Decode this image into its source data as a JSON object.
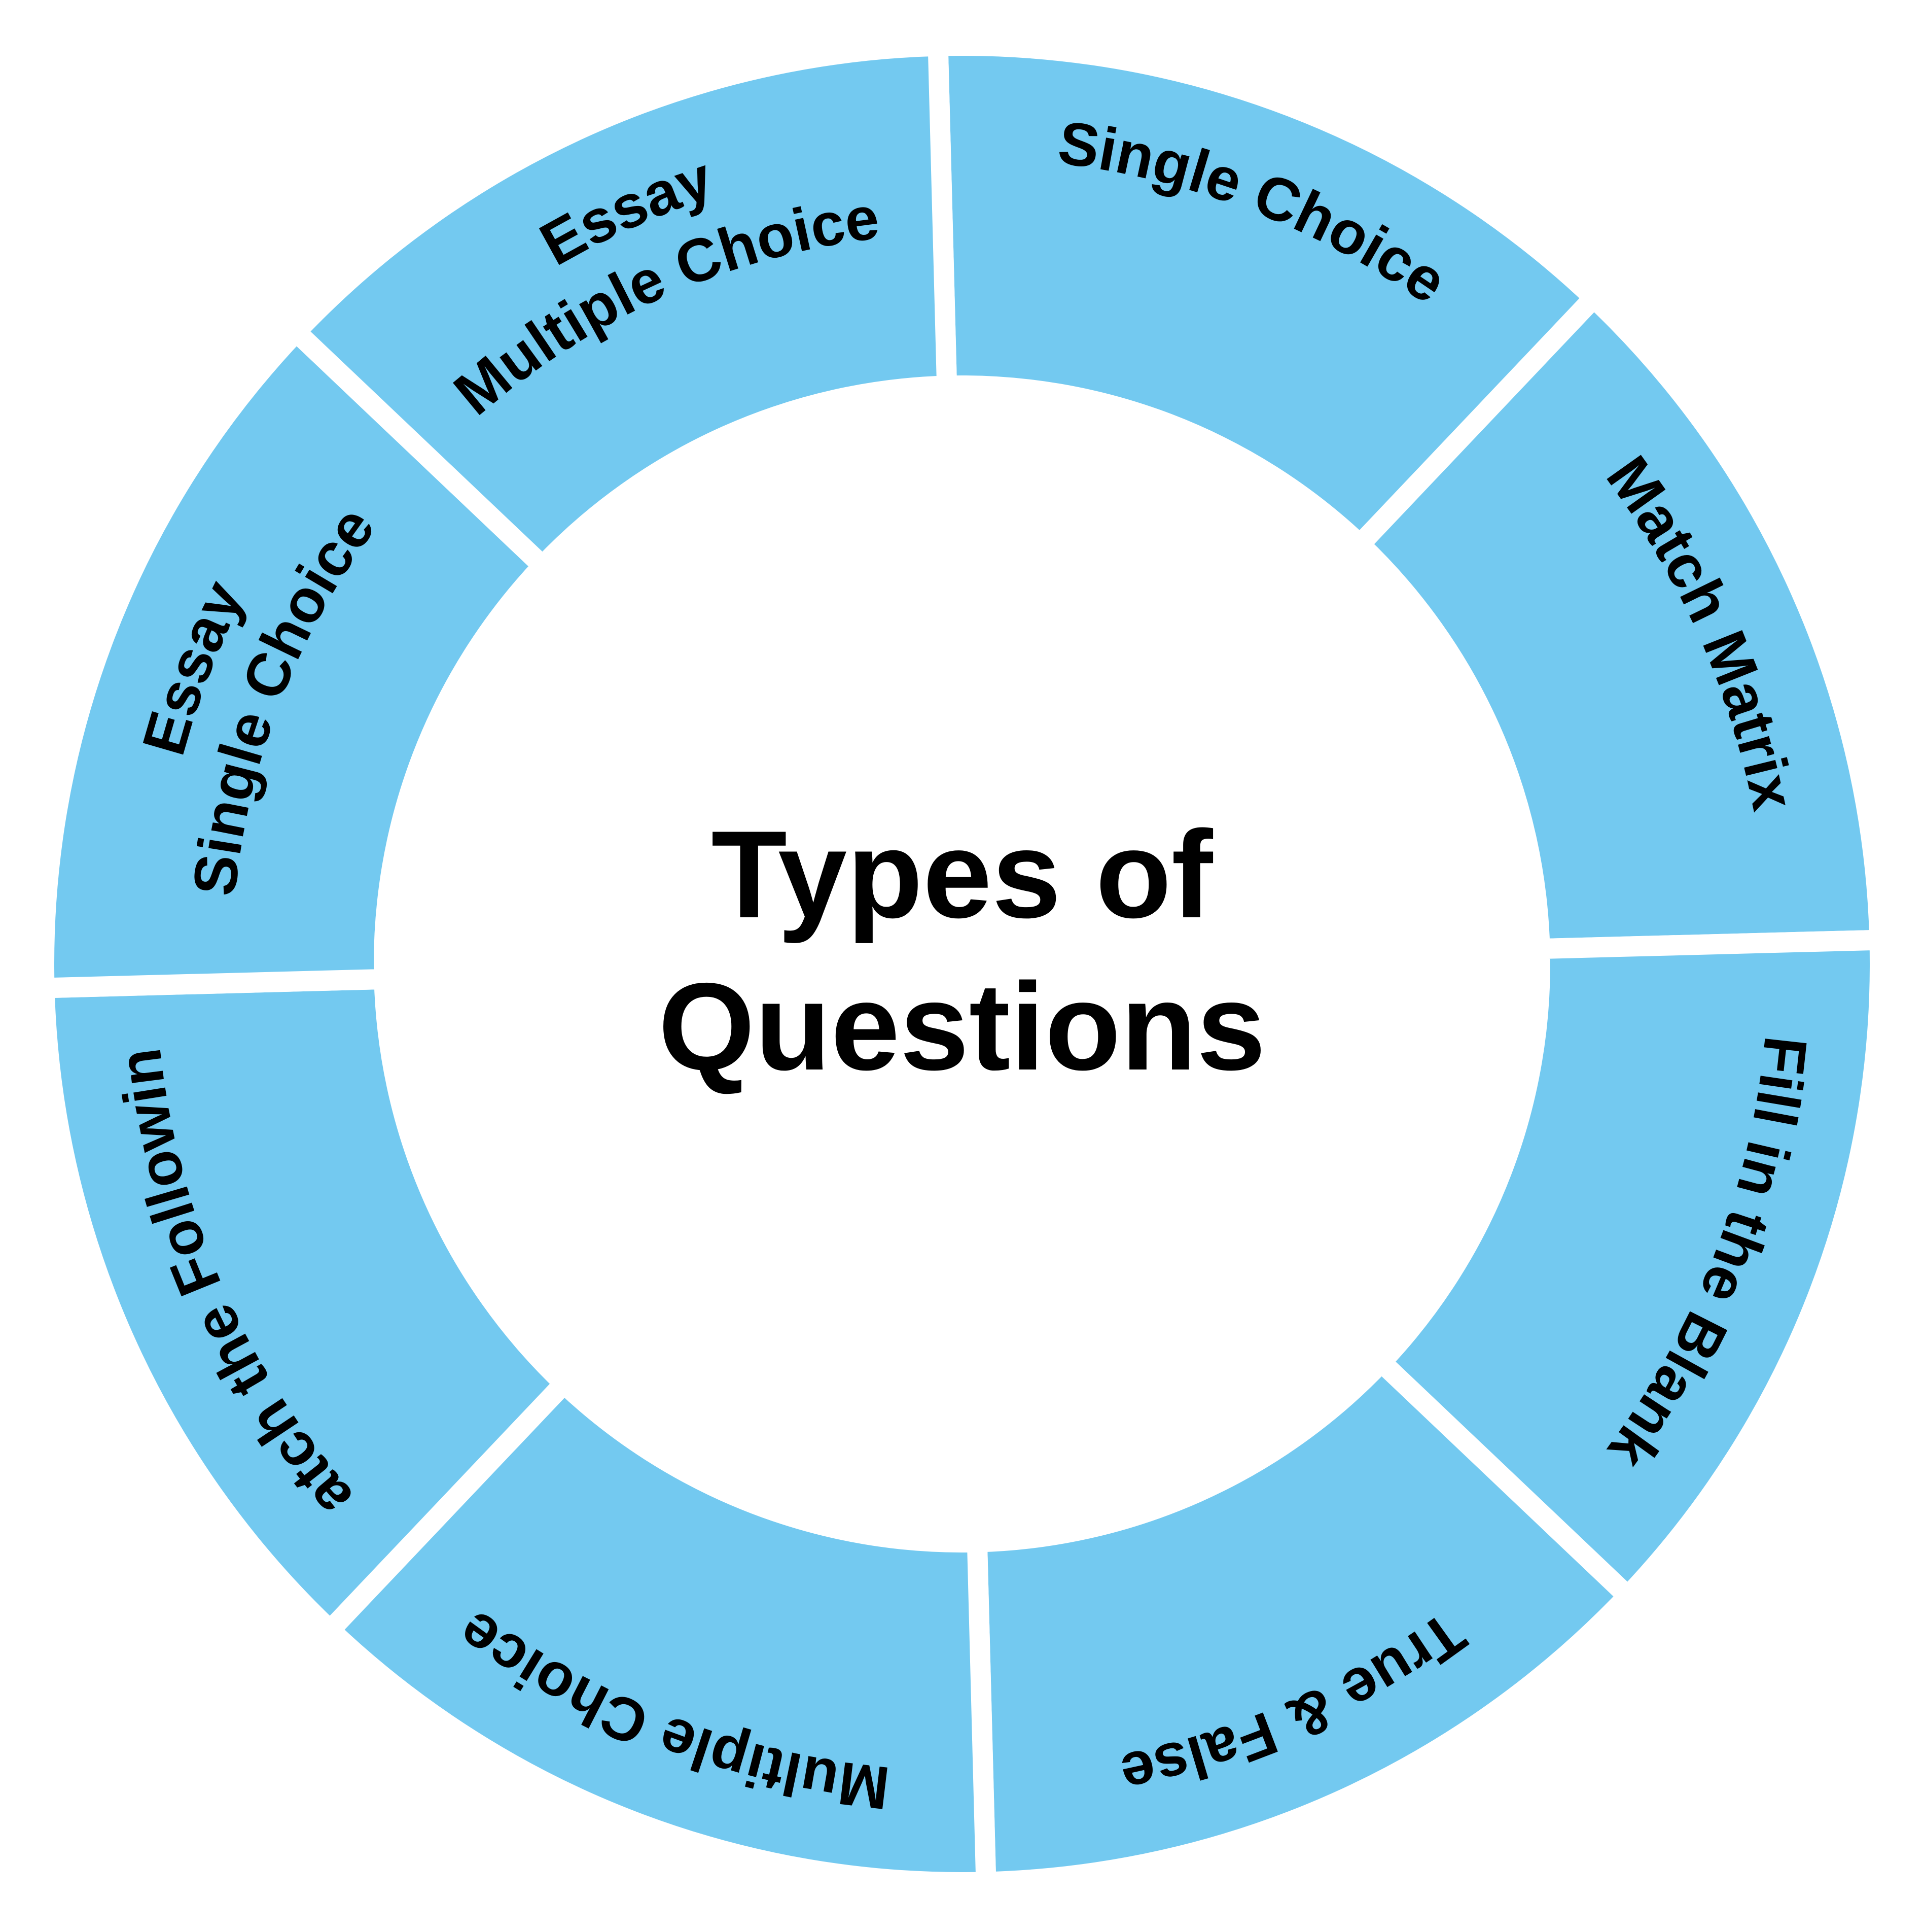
{
  "title_lines": [
    "Types of",
    "Questions"
  ],
  "colors": {
    "segment_fill": "#73C9F0",
    "segment_gap": "#FFFFFF",
    "text": "#000000",
    "background": "#FFFFFF"
  },
  "segments": [
    {
      "lines": [
        "Single Choice"
      ]
    },
    {
      "lines": [
        "Match Matrix"
      ]
    },
    {
      "lines": [
        "Fill in the Blank"
      ]
    },
    {
      "lines": [
        "True & False"
      ]
    },
    {
      "lines": [
        "Multiple Choice"
      ]
    },
    {
      "lines": [
        "Match the Following"
      ]
    },
    {
      "lines": [
        "Essay",
        "Single Choice"
      ]
    },
    {
      "lines": [
        "Essay",
        "Multiple Choice"
      ]
    }
  ]
}
